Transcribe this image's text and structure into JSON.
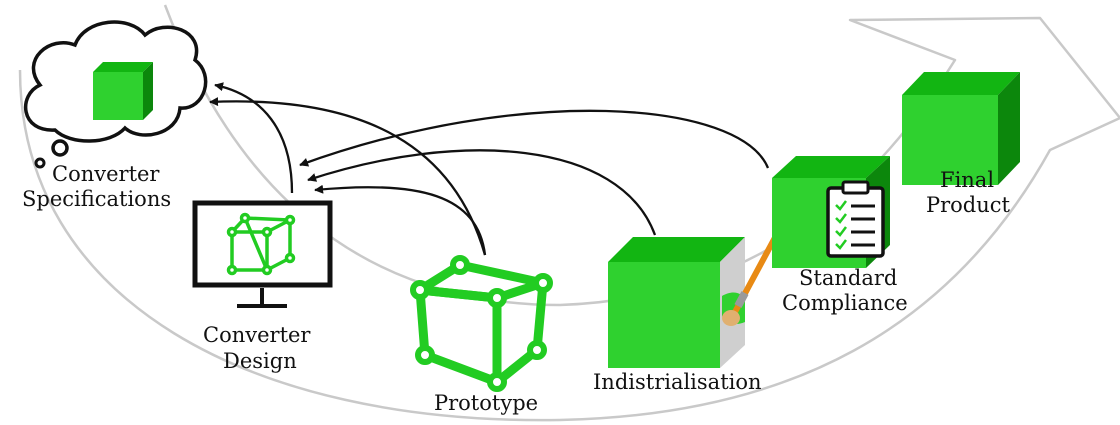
{
  "colors": {
    "cube_front": "#2fd12f",
    "cube_top": "#12b512",
    "cube_side": "#0c870c",
    "wireframe": "#22cc22",
    "arrow_band": "#c9c9c9",
    "arrow_stroke": "#111111"
  },
  "stages": [
    {
      "id": "specifications",
      "icon": "thought-cloud-cube",
      "line1": "Converter",
      "line2": "Specifications"
    },
    {
      "id": "design",
      "icon": "monitor-wireframe-cube",
      "line1": "Converter",
      "line2": "Design"
    },
    {
      "id": "prototype",
      "icon": "wireframe-cube",
      "line1": "Prototype"
    },
    {
      "id": "industrialisation",
      "icon": "painted-cube-brush",
      "line1": "Indistrialisation"
    },
    {
      "id": "compliance",
      "icon": "cube-clipboard",
      "line1": "Standard",
      "line2": "Compliance"
    },
    {
      "id": "final",
      "icon": "solid-cube",
      "line1": "Final",
      "line2": "Product"
    }
  ],
  "feedback_arrows": [
    {
      "from": "design",
      "to": "specifications"
    },
    {
      "from": "prototype",
      "to": "specifications"
    },
    {
      "from": "prototype",
      "to": "design"
    },
    {
      "from": "industrialisation",
      "to": "design"
    },
    {
      "from": "compliance",
      "to": "design"
    }
  ]
}
